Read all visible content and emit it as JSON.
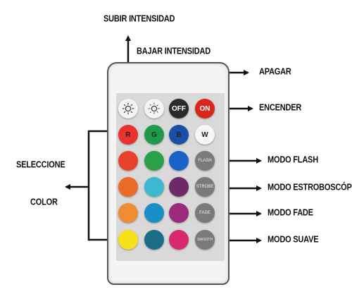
{
  "labels": {
    "subir": "SUBIR INTENSIDAD",
    "bajar": "BAJAR INTENSIDAD",
    "apagar": "APAGAR",
    "encender": "ENCENDER",
    "seleccione": "SELECCIONE",
    "color": "COLOR",
    "flash": "MODO FLASH",
    "strobe": "MODO ESTROBOSCÓPICO",
    "fade": "MODO FADE",
    "suave": "MODO SUAVE"
  },
  "buttons": {
    "off": "OFF",
    "on": "ON",
    "r": "R",
    "g": "G",
    "b": "B",
    "w": "W",
    "flash": "FLASH",
    "strobe": "STROBE",
    "fade": "FADE",
    "smooth": "SMOOTH"
  },
  "colors": {
    "red_row": [
      "#e8342c",
      "#e85a24",
      "#f08a2e",
      "#f7e11a"
    ],
    "green_row": [
      "#1f9a4a",
      "#33b0c8",
      "#1a8ec8",
      "#1a6e86"
    ],
    "blue_row": [
      "#1a5fc2",
      "#7a2a6e",
      "#9a2a78",
      "#d81f6e"
    ],
    "mode_button": "#7a7a7a",
    "off_button": "#2a2a2a",
    "on_button": "#d8261c"
  },
  "icons": [
    "sun-brightness-up-icon",
    "sun-brightness-down-icon"
  ]
}
